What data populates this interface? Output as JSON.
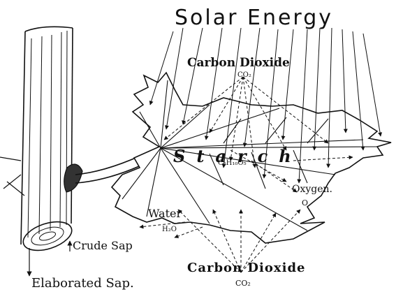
{
  "labels": {
    "solar_energy": "Solar Energy",
    "carbon_dioxide_top": "Carbon Dioxide",
    "co2_top": "CO₂",
    "starch": "Starch",
    "starch_formula": "C₆H₁₀O₅",
    "oxygen": "Oxygen.",
    "oxygen_symbol": "O",
    "water": "Water",
    "water_formula": "H₂O",
    "crude_sap": "Crude Sap",
    "elaborated_sap": "Elaborated Sap.",
    "carbon_dioxide_bottom": "Carbon Dioxide",
    "co2_bottom": "CO₂"
  }
}
